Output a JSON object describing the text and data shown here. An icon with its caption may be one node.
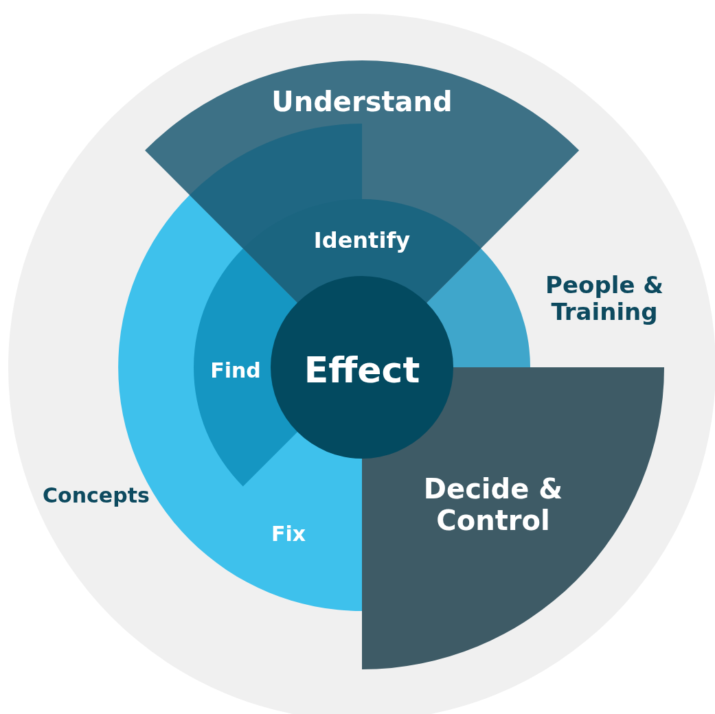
{
  "diagram": {
    "nodes": [
      {
        "text": [
          "Understand"
        ]
      },
      {
        "text": [
          "Identify"
        ],
        "in": 0
      },
      {
        "text": [
          "Fix"
        ]
      },
      {
        "text": [
          "Find"
        ],
        "in": 2
      },
      {
        "text": [
          "Effect"
        ]
      },
      {
        "text": [],
        "shape": "sector"
      },
      {
        "text": [
          "Decide & Control"
        ]
      }
    ],
    "edges": [],
    "labels": [
      "People & Training",
      "Concepts"
    ]
  }
}
